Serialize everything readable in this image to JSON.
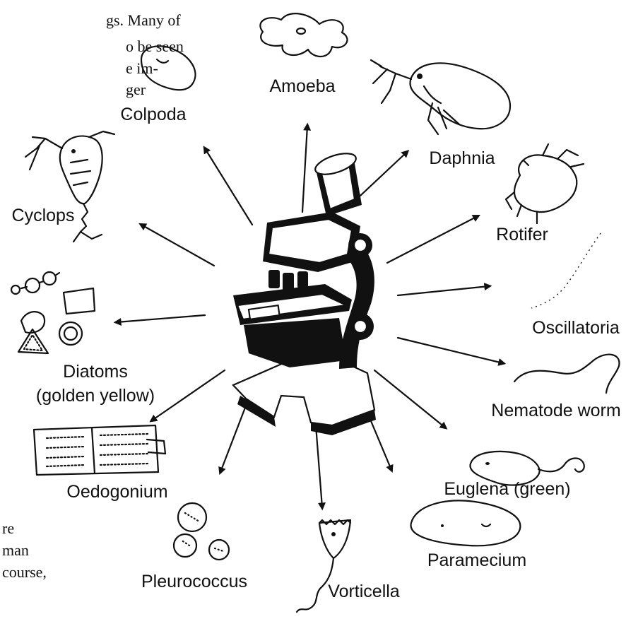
{
  "text_fragments": {
    "left_top": [
      "gs. Many of",
      "o be seen",
      "e im-",
      "ger",
      "."
    ],
    "left_bottom": [
      "re",
      "man",
      "course,"
    ]
  },
  "labels": {
    "amoeba": "Amoeba",
    "colpoda": "Colpoda",
    "daphnia": "Daphnia",
    "cyclops": "Cyclops",
    "rotifer": "Rotifer",
    "oscillatoria": "Oscillatoria",
    "diatoms_line1": "Diatoms",
    "diatoms_line2": "(golden yellow)",
    "nematode": "Nematode worm",
    "oedogonium": "Oedogonium",
    "euglena": "Euglena (green)",
    "paramecium": "Paramecium",
    "pleurococcus": "Pleurococcus",
    "vorticella": "Vorticella"
  },
  "colors": {
    "ink": "#111111",
    "background": "#ffffff"
  }
}
